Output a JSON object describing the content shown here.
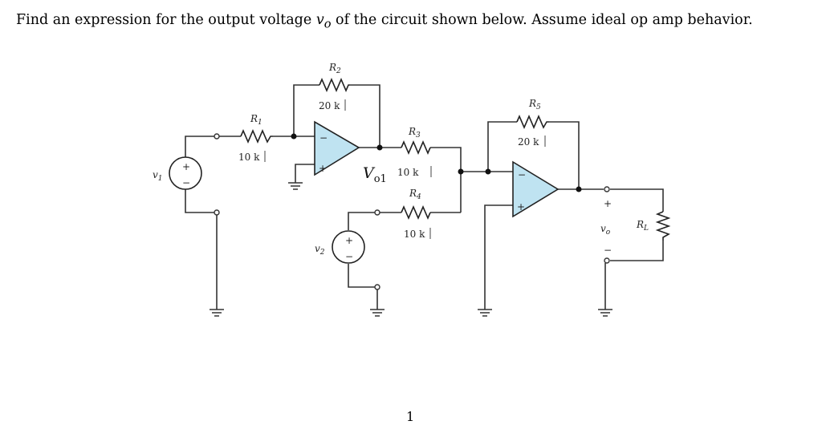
{
  "question": {
    "prefix": "Find an expression for the output voltage ",
    "var": "v",
    "var_sub": "o",
    "suffix": " of the circuit shown below. Assume ideal op amp behavior."
  },
  "circuit": {
    "sources": {
      "v1": {
        "label": "v",
        "sub": "1",
        "plus": "+",
        "minus": "−"
      },
      "v2": {
        "label": "v",
        "sub": "2",
        "plus": "+",
        "minus": "−"
      }
    },
    "resistors": {
      "R1": {
        "name": "R",
        "sub": "1",
        "value": "10 k"
      },
      "R2": {
        "name": "R",
        "sub": "2",
        "value": "20 k"
      },
      "R3": {
        "name": "R",
        "sub": "3",
        "value": "10 k"
      },
      "R4": {
        "name": "R",
        "sub": "4",
        "value": "10 k"
      },
      "R5": {
        "name": "R",
        "sub": "5",
        "value": "20 k"
      },
      "RL": {
        "name": "R",
        "sub": "L"
      }
    },
    "opamp_terminals": {
      "minus": "−",
      "plus": "+"
    },
    "node_vo1": {
      "label": "V",
      "sub": "o1"
    },
    "output": {
      "label": "v",
      "sub": "o",
      "plus": "+",
      "minus": "−"
    },
    "colors": {
      "opamp_fill": "#bfe3f1",
      "wire": "#333333"
    }
  },
  "page_number": "1"
}
